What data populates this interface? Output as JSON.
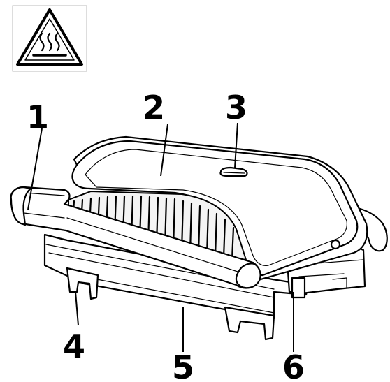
{
  "diagram": {
    "warning_icon": "hot-surface-warning-icon",
    "callouts": [
      {
        "label": "1"
      },
      {
        "label": "2"
      },
      {
        "label": "3"
      },
      {
        "label": "4"
      },
      {
        "label": "5"
      },
      {
        "label": "6"
      }
    ]
  }
}
